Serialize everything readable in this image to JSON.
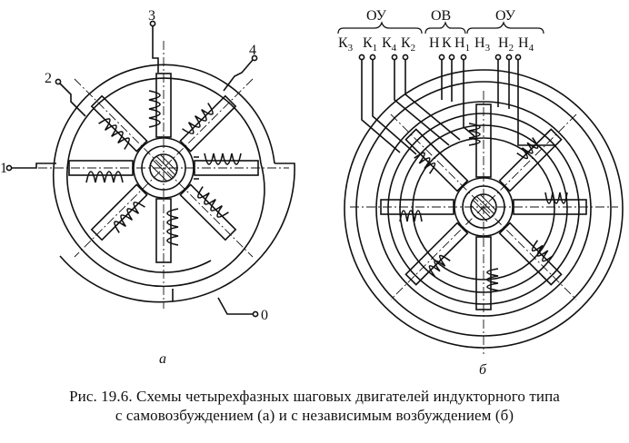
{
  "diagram_a": {
    "terminals": [
      "1",
      "2",
      "3",
      "4",
      "0"
    ],
    "sublabel": "а"
  },
  "diagram_b": {
    "groups": [
      "ОУ",
      "ОВ",
      "ОУ"
    ],
    "terminals": [
      {
        "main": "К",
        "sub": "3"
      },
      {
        "main": "К",
        "sub": "1"
      },
      {
        "main": "К",
        "sub": "4"
      },
      {
        "main": "К",
        "sub": "2"
      },
      {
        "main": "Н",
        "sub": ""
      },
      {
        "main": "К",
        "sub": ""
      },
      {
        "main": "Н",
        "sub": "1"
      },
      {
        "main": "Н",
        "sub": "3"
      },
      {
        "main": "Н",
        "sub": "2"
      },
      {
        "main": "Н",
        "sub": "4"
      }
    ],
    "sublabel": "б"
  },
  "caption": {
    "line1": "Рис. 19.6. Схемы четырехфазных шаговых двигателей индукторного типа",
    "line2": "с самовозбуждением (а) и с независимым возбуждением (б)"
  }
}
